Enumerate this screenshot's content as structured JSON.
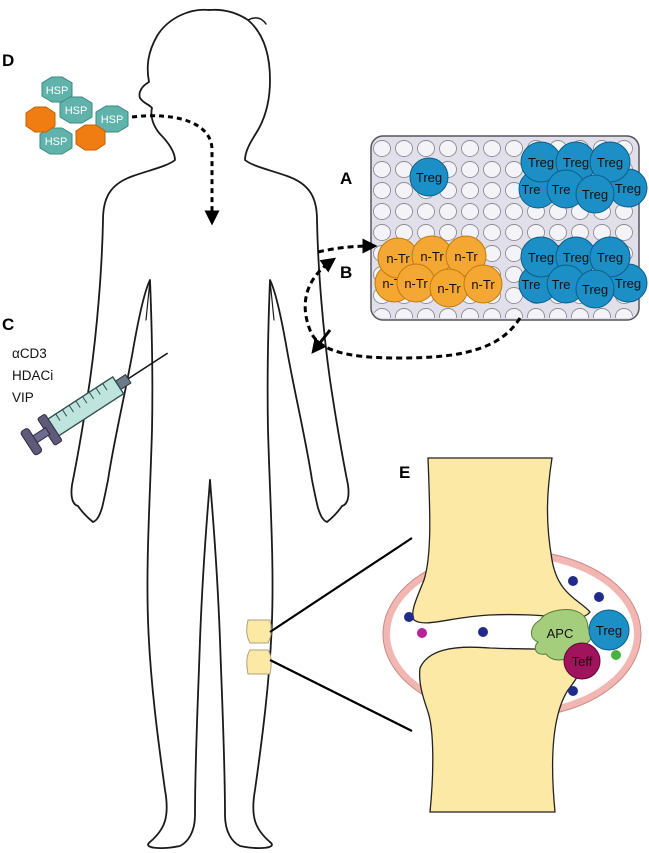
{
  "panels": {
    "a": "A",
    "b": "B",
    "c": "C",
    "d": "D",
    "e": "E"
  },
  "hsp": {
    "label": "HSP",
    "hex_color": "#5fb3aa",
    "alt_color": "#f07d12"
  },
  "cells": {
    "treg_label": "Treg",
    "treg_partial_label": "Tre",
    "ntreg_label": "n-Tr",
    "apc_label": "APC",
    "teff_label": "Teff",
    "treg_color": "#1b8fc6",
    "ntreg_color": "#f5a733",
    "apc_color": "#a4cd7c",
    "teff_color": "#a1135c"
  },
  "drugs": {
    "line1_prefix": "α",
    "line1_rest": "CD3",
    "line2": "HDACi",
    "line3": "VIP"
  },
  "colors": {
    "bone": "#fde9a6",
    "capsule": "#f3b7b3",
    "plate": "#e1e0ea"
  }
}
